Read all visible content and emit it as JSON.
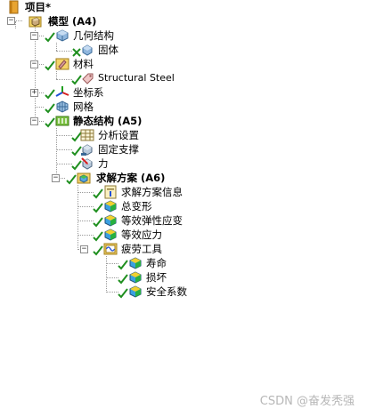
{
  "tree": {
    "root_label": "项目*",
    "model_label": "模型 (A4)",
    "geometry_label": "几何结构",
    "solid_label": "固体",
    "materials_label": "材料",
    "steel_label": "Structural Steel",
    "coords_label": "坐标系",
    "mesh_label": "网格",
    "static_label": "静态结构 (A5)",
    "analysis_settings_label": "分析设置",
    "fixed_support_label": "固定支撑",
    "force_label": "力",
    "solution_label": "求解方案 (A6)",
    "solution_info_label": "求解方案信息",
    "total_deformation_label": "总变形",
    "equiv_strain_label": "等效弹性应变",
    "equiv_stress_label": "等效应力",
    "fatigue_tool_label": "疲劳工具",
    "life_label": "寿命",
    "damage_label": "损坏",
    "safety_factor_label": "安全系数"
  },
  "watermark": "CSDN @奋发秃强"
}
